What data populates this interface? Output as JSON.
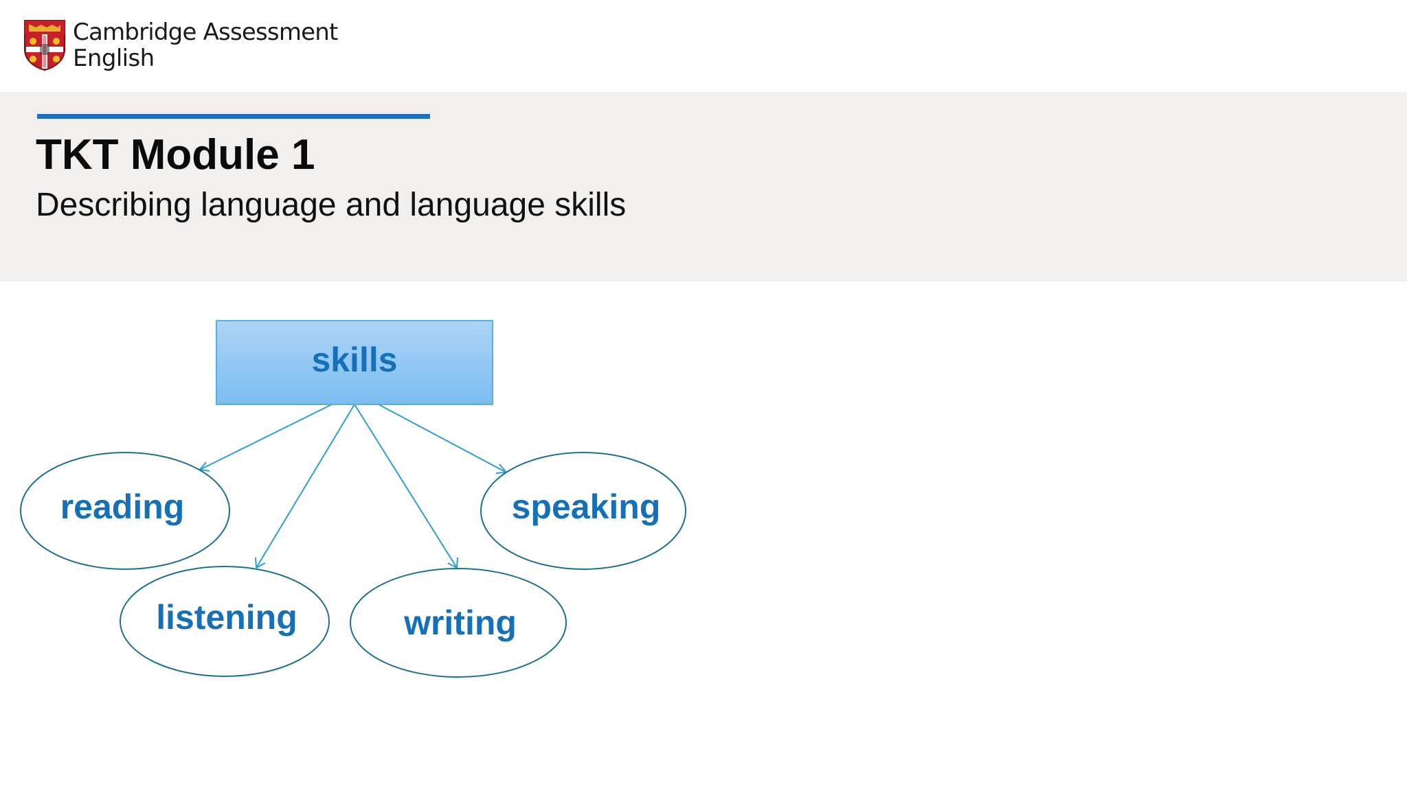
{
  "brand": {
    "line1": "Cambridge Assessment",
    "line2": "English",
    "crest_icon": "cambridge-crest-icon"
  },
  "header": {
    "title": "TKT Module 1",
    "subtitle": "Describing language and language skills",
    "accent_color": "#1f71bd",
    "banner_color": "#f1f0ee"
  },
  "diagram": {
    "root": "skills",
    "children": [
      "reading",
      "listening",
      "writing",
      "speaking"
    ],
    "text_color": "#1570b8",
    "line_color": "#2a9fd0",
    "ellipse_stroke": "#1d6f8f",
    "box_fill_top": "#a9d3f6",
    "box_fill_bottom": "#7fbff0"
  }
}
